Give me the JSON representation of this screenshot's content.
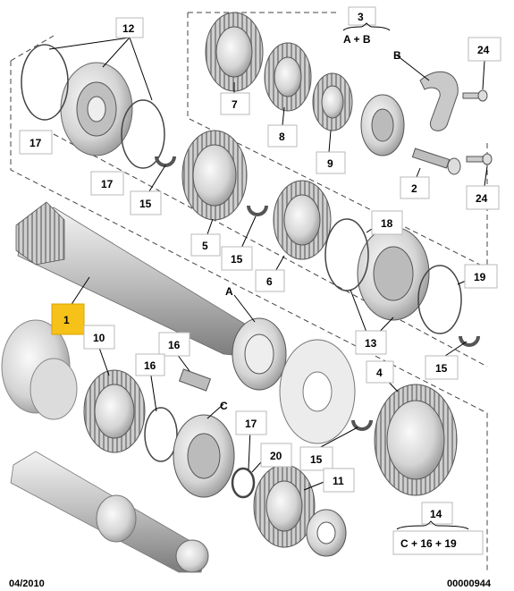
{
  "diagram": {
    "parts": [
      {
        "id": "p1",
        "label": "1"
      },
      {
        "id": "p2",
        "label": "2"
      },
      {
        "id": "p3",
        "label": "3"
      },
      {
        "id": "p4",
        "label": "4"
      },
      {
        "id": "p5",
        "label": "5"
      },
      {
        "id": "p6",
        "label": "6"
      },
      {
        "id": "p7",
        "label": "7"
      },
      {
        "id": "p8",
        "label": "8"
      },
      {
        "id": "p9",
        "label": "9"
      },
      {
        "id": "p10",
        "label": "10"
      },
      {
        "id": "p11",
        "label": "11"
      },
      {
        "id": "p12",
        "label": "12"
      },
      {
        "id": "p13",
        "label": "13"
      },
      {
        "id": "p14",
        "label": "14"
      },
      {
        "id": "p15a",
        "label": "15"
      },
      {
        "id": "p15b",
        "label": "15"
      },
      {
        "id": "p15c",
        "label": "15"
      },
      {
        "id": "p15d",
        "label": "15"
      },
      {
        "id": "p16a",
        "label": "16"
      },
      {
        "id": "p16b",
        "label": "16"
      },
      {
        "id": "p17a",
        "label": "17"
      },
      {
        "id": "p17b",
        "label": "17"
      },
      {
        "id": "p17c",
        "label": "17"
      },
      {
        "id": "p18",
        "label": "18"
      },
      {
        "id": "p19",
        "label": "19"
      },
      {
        "id": "p20",
        "label": "20"
      },
      {
        "id": "p24a",
        "label": "24"
      },
      {
        "id": "p24b",
        "label": "24"
      }
    ],
    "letters": {
      "a": "A",
      "b": "B",
      "c": "C"
    },
    "kit3": {
      "number": "3",
      "formula": "A + B"
    },
    "kit14": {
      "number": "14",
      "formula": "C + 16 + 19"
    },
    "footer": {
      "date": "04/2010",
      "code": "00000944"
    },
    "colors": {
      "highlight": "#f6c21a",
      "gear_light": "#e6e6e6",
      "gear_dark": "#8a8a8a"
    }
  }
}
